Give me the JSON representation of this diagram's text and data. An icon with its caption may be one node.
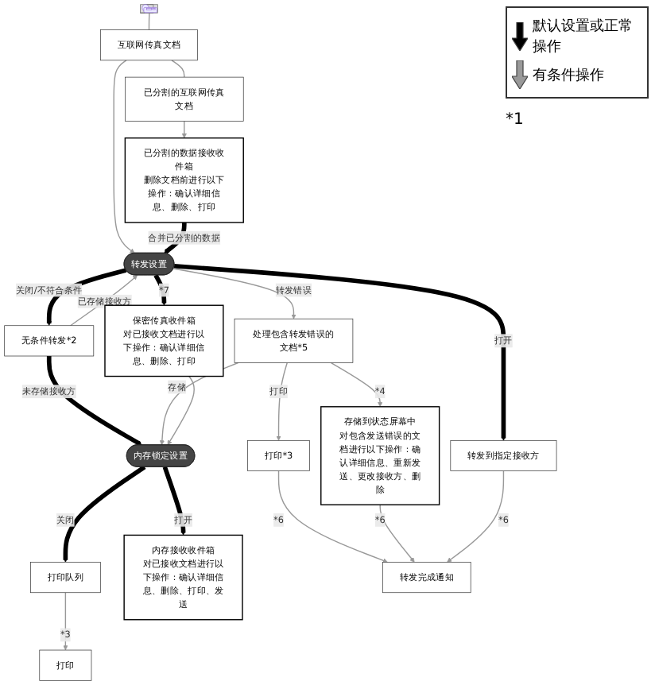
{
  "diagram": {
    "nodes": [
      {
        "text": [],
        "shape": "picture"
      },
      {
        "text": [
          "互联网传真文档"
        ]
      },
      {
        "text": [
          "已分割的互联网传真文档"
        ]
      },
      {
        "text": [
          "已分割的数据接收收件箱",
          "删除文档前进行以下操作：确认详细信息、删除、打印"
        ]
      },
      {
        "text": [
          "转发设置"
        ]
      },
      {
        "text": [
          "无条件转发*2"
        ]
      },
      {
        "text": [
          "转发到指定接收方"
        ]
      },
      {
        "text": [
          "保密传真收件箱",
          "对已接收文档进行以下操作：确认详细信息、删除、打印"
        ]
      },
      {
        "text": [
          "处理包含转发错误的文档*5"
        ]
      },
      {
        "text": [
          "内存锁定设置"
        ]
      },
      {
        "text": [
          "存储到状态屏幕中",
          "对包含发送错误的文档进行以下操作：确认详细信息、重新发送、更改接收方、删除"
        ]
      },
      {
        "text": [
          "打印*3"
        ]
      },
      {
        "text": [
          "打印队列"
        ]
      },
      {
        "text": [
          "内存接收收件箱",
          "对已接收文档进行以下操作：确认详细信息、删除、打印、发送"
        ]
      },
      {
        "text": [
          "打印"
        ]
      },
      {
        "text": [
          "转发完成通知"
        ]
      }
    ],
    "edges": [
      {
        "from": 0,
        "to": 1,
        "arrow": "none"
      },
      {
        "from": 1,
        "to": 2,
        "arrow": "none"
      },
      {
        "from": 1,
        "to": 4,
        "arrow": "to"
      },
      {
        "from": 2,
        "to": 3,
        "arrow": "to"
      },
      {
        "from": 3,
        "to": 4,
        "arrow": "to",
        "label": "合并已分割的数据",
        "style": "thick",
        "color": "#000000"
      },
      {
        "from": 4,
        "to": 6,
        "arrow": "to",
        "label": "打开",
        "style": "thick",
        "color": "#000000"
      },
      {
        "from": 4,
        "to": 7,
        "arrow": "to",
        "label": "*7",
        "style": "thick",
        "color": "#000000"
      },
      {
        "from": 4,
        "to": 8,
        "arrow": "to",
        "label": "转发错误"
      },
      {
        "from": 4,
        "to": 5,
        "arrow": "to",
        "label": "关闭/不符合条件",
        "style": "thick",
        "color": "#000000"
      },
      {
        "from": 5,
        "to": 4,
        "arrow": "to",
        "label": "已存储接收方"
      },
      {
        "from": 5,
        "to": 9,
        "arrow": "to",
        "label": "未存储接收方",
        "style": "thick",
        "color": "#000000"
      },
      {
        "from": 8,
        "to": 9,
        "arrow": "to",
        "label": "存储"
      },
      {
        "from": 7,
        "to": 9,
        "arrow": "to"
      },
      {
        "from": 8,
        "to": 11,
        "arrow": "to",
        "label": "打印"
      },
      {
        "from": 8,
        "to": 10,
        "arrow": "to",
        "label": "*4"
      },
      {
        "from": 9,
        "to": 12,
        "arrow": "to",
        "label": "关闭",
        "style": "thick",
        "color": "#000000"
      },
      {
        "from": 9,
        "to": 13,
        "arrow": "to",
        "label": "打开",
        "style": "thick",
        "color": "#000000"
      },
      {
        "from": 12,
        "to": 14,
        "arrow": "to",
        "label": "*3"
      },
      {
        "from": 11,
        "to": 15,
        "arrow": "to",
        "label": "*6"
      },
      {
        "from": 10,
        "to": 15,
        "arrow": "to",
        "label": "*6"
      },
      {
        "from": 6,
        "to": 15,
        "arrow": "to",
        "label": "*6"
      }
    ],
    "labels": [
      "*1"
    ],
    "legend": [
      {
        "text": "默认设置或正常操作"
      },
      {
        "text": "有条件操作"
      }
    ]
  }
}
